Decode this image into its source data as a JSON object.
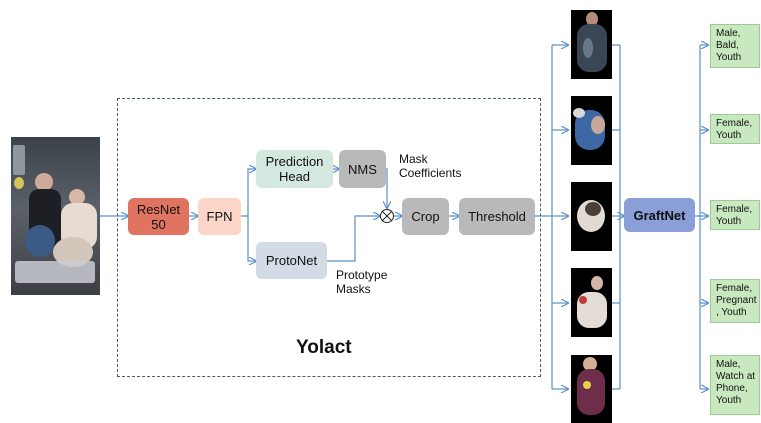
{
  "diagram": {
    "title": "Yolact",
    "nodes": {
      "resnet": {
        "label": "ResNet\n50",
        "color": "#e07460"
      },
      "fpn": {
        "label": "FPN",
        "color": "#fbd6c8"
      },
      "prediction_head": {
        "label": "Prediction\nHead",
        "color": "#d5e8df"
      },
      "nms": {
        "label": "NMS",
        "color": "#b9b9b9"
      },
      "protonet": {
        "label": "ProtoNet",
        "color": "#d2dbe6"
      },
      "crop": {
        "label": "Crop",
        "color": "#b9b9b9"
      },
      "threshold": {
        "label": "Threshold",
        "color": "#b9b9b9"
      },
      "graftnet": {
        "label": "GraftNet",
        "color": "#8a9fd8"
      }
    },
    "annotations": {
      "mask_coefficients": "Mask\nCoefficients",
      "prototype_masks": "Prototype\nMasks",
      "combine_symbol": "⊗"
    },
    "outputs": [
      "Male, Bald, Youth",
      "Female, Youth",
      "Female, Youth",
      "Female, Pregnant, Youth",
      "Male, Watch at Phone, Youth"
    ],
    "colors": {
      "arrow": "#5b8fc9",
      "region_border": "#4a5c72",
      "output_fill": "#c8e8c0"
    }
  }
}
